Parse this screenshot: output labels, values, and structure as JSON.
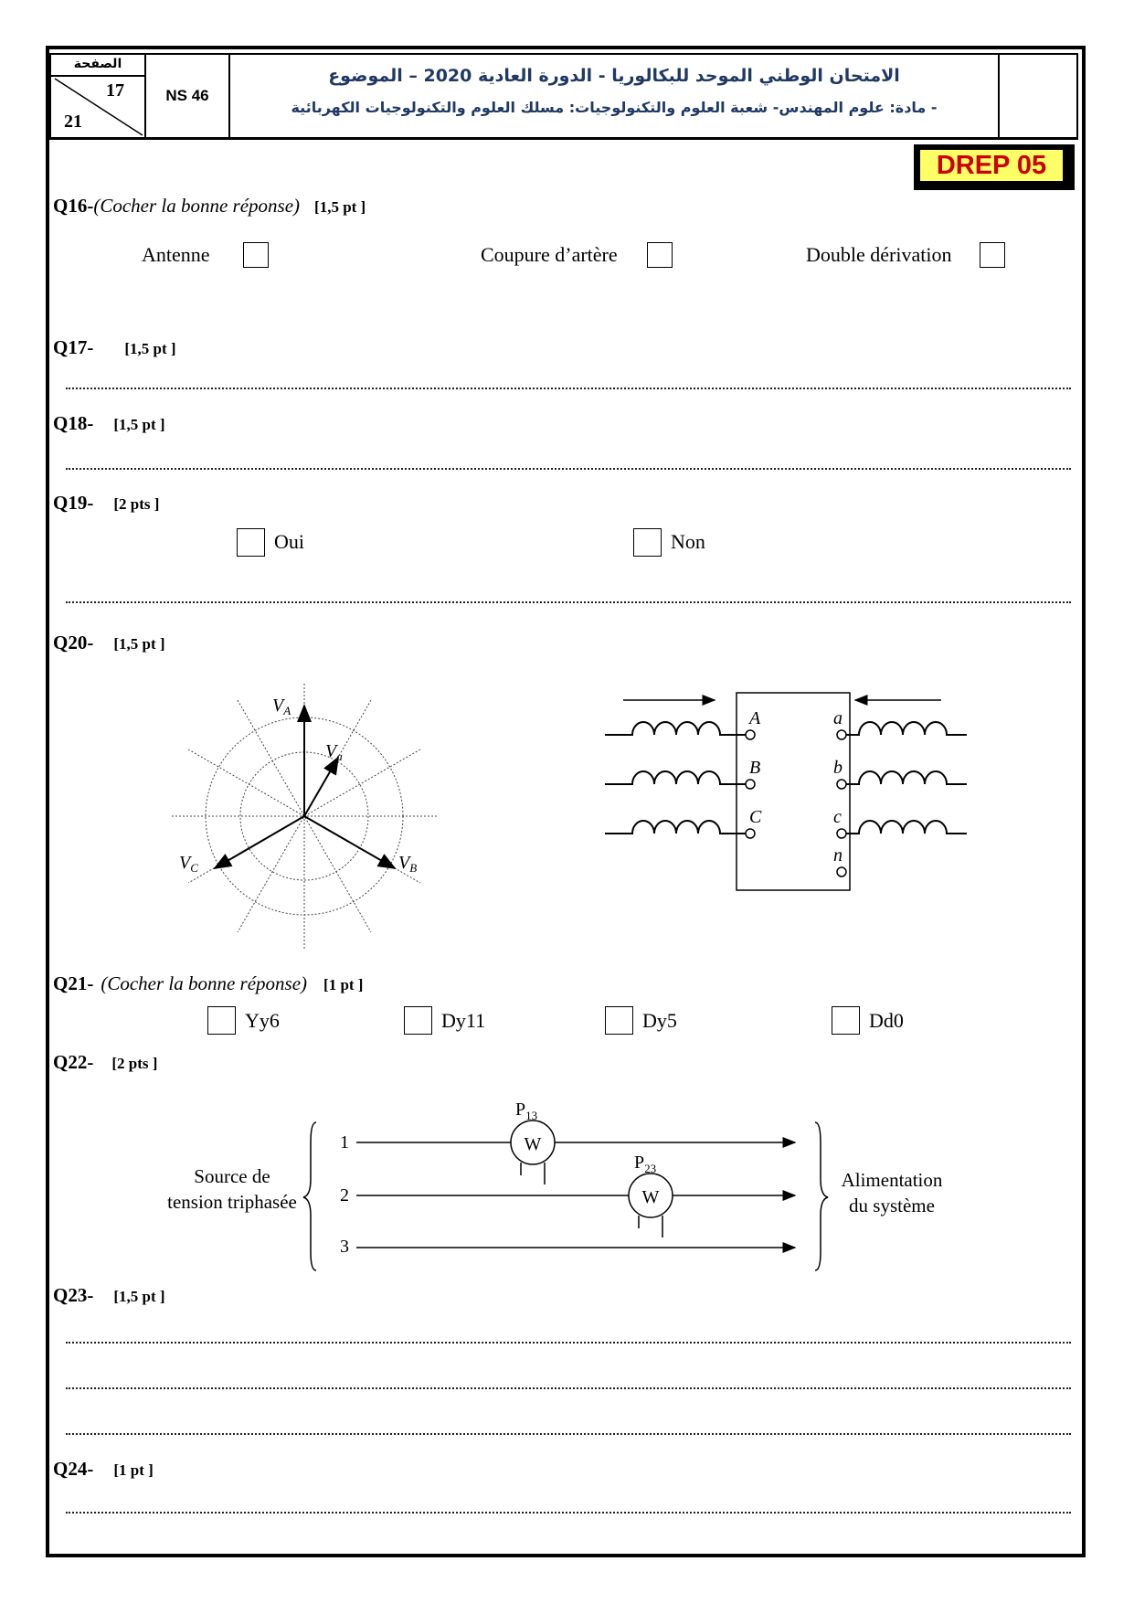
{
  "header": {
    "page_word": "الصفحة",
    "page_current": "17",
    "page_total": "21",
    "code": "NS 46",
    "title_line1": "الامتحان الوطني الموحد للبكالوريا - الدورة العادية 2020 – الموضوع",
    "title_line2": "- مادة: علوم المهندس- شعبة العلوم والتكنولوجيات: مسلك العلوم والتكنولوجيات الكهربائية"
  },
  "badge": "DREP 05",
  "q16": {
    "label": "Q16-",
    "instruction": "(Cocher la bonne réponse)",
    "points": "[1,5 pt ]",
    "options": [
      "Antenne",
      "Coupure d’artère",
      "Double dérivation"
    ]
  },
  "q17": {
    "label": "Q17-",
    "points": "[1,5 pt ]"
  },
  "q18": {
    "label": "Q18-",
    "points": "[1,5 pt ]"
  },
  "q19": {
    "label": "Q19-",
    "points": "[2 pts ]",
    "options": [
      "Oui",
      "Non"
    ]
  },
  "q20": {
    "label": "Q20-",
    "points": "[1,5 pt ]",
    "phasor_labels": {
      "va_main": "V",
      "va_sub": "A",
      "vb_main": "V",
      "vb_sub": "B",
      "vc_main": "V",
      "vc_sub": "C",
      "vsa_main": "V",
      "vsa_sub": "a"
    },
    "primary_terminals": [
      "A",
      "B",
      "C"
    ],
    "secondary_terminals": [
      "a",
      "b",
      "c",
      "n"
    ]
  },
  "q21": {
    "label": "Q21-",
    "instruction": "(Cocher la bonne réponse)",
    "points": "[1 pt ]",
    "options": [
      "Yy6",
      "Dy11",
      "Dy5",
      "Dd0"
    ]
  },
  "q22": {
    "label": "Q22-",
    "points": "[2 pts ]",
    "source_line1": "Source de",
    "source_line2": "tension triphasée",
    "load_line1": "Alimentation",
    "load_line2": "du système",
    "lines": [
      "1",
      "2",
      "3"
    ],
    "wattmeter_symbol": "W",
    "wattmeter1_main": "P",
    "wattmeter1_sub": "13",
    "wattmeter2_main": "P",
    "wattmeter2_sub": "23"
  },
  "q23": {
    "label": "Q23-",
    "points": "[1,5 pt ]"
  },
  "q24": {
    "label": "Q24-",
    "points": "[1 pt ]"
  }
}
